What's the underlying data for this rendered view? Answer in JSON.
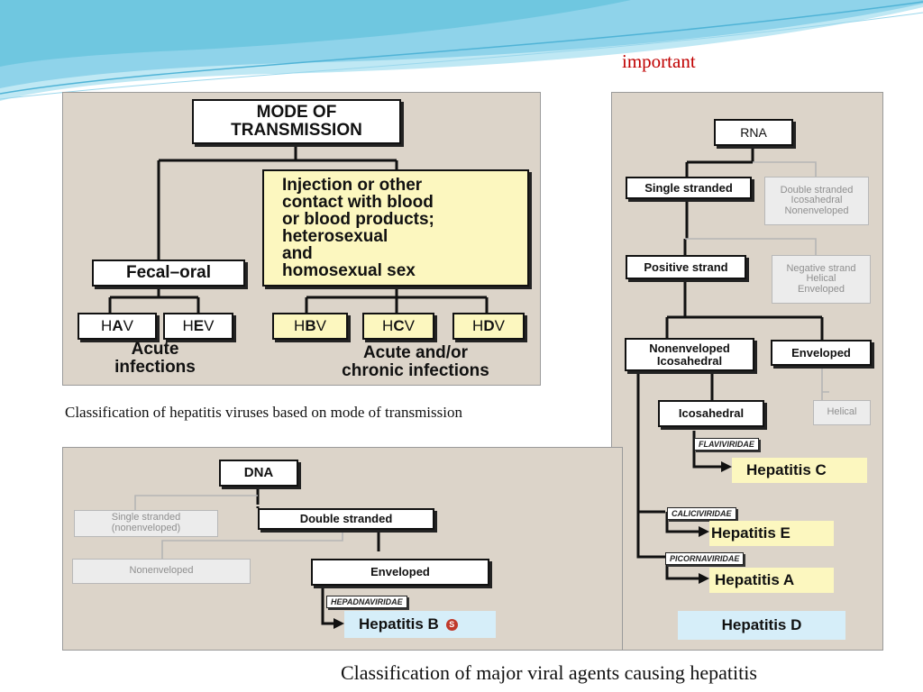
{
  "header": {
    "note": "important",
    "colors": {
      "wave": "#6fc7e0",
      "note": "#c00000",
      "panel": "#dcd4c9"
    }
  },
  "transmission": {
    "title": "MODE OF\nTRANSMISSION",
    "fecal_oral": "Fecal–oral",
    "blood": "Injection or other\ncontact with blood\nor blood products;\nheterosexual\nand\nhomosexual sex",
    "viruses": [
      {
        "pre": "H",
        "mid": "A",
        "post": "V"
      },
      {
        "pre": "H",
        "mid": "E",
        "post": "V"
      },
      {
        "pre": "H",
        "mid": "B",
        "post": "V"
      },
      {
        "pre": "H",
        "mid": "C",
        "post": "V"
      },
      {
        "pre": "H",
        "mid": "D",
        "post": "V"
      }
    ],
    "acute": "Acute\ninfections",
    "chronic": "Acute and/or\nchronic infections",
    "caption": "Classification of hepatitis viruses based on mode of transmission"
  },
  "rna": {
    "root": "RNA",
    "single": "Single stranded",
    "double": "Double stranded\nIcosahedral\nNonenveloped",
    "positive": "Positive strand",
    "negative": "Negative strand\nHelical\nEnveloped",
    "nonenveloped": "Nonenveloped\nIcosahedral",
    "enveloped": "Enveloped",
    "icosahedral": "Icosahedral",
    "helical": "Helical",
    "flaviviridae": "FLAVIVIRIDAE",
    "hep_c": "Hepatitis C",
    "caliciviridae": "CALICIVIRIDAE",
    "hep_e": "Hepatitis E",
    "picornaviridae": "PICORNAVIRIDAE",
    "hep_a": "Hepatitis A",
    "hep_d": "Hepatitis D"
  },
  "dna": {
    "root": "DNA",
    "single": "Single stranded\n(nonenveloped)",
    "double": "Double stranded",
    "nonenveloped": "Nonenveloped",
    "enveloped": "Enveloped",
    "hepadnaviridae": "HEPADNAVIRIDAE",
    "hep_b": "Hepatitis B",
    "badge": "S"
  },
  "footer": {
    "caption": "Classification of major viral agents causing hepatitis"
  }
}
